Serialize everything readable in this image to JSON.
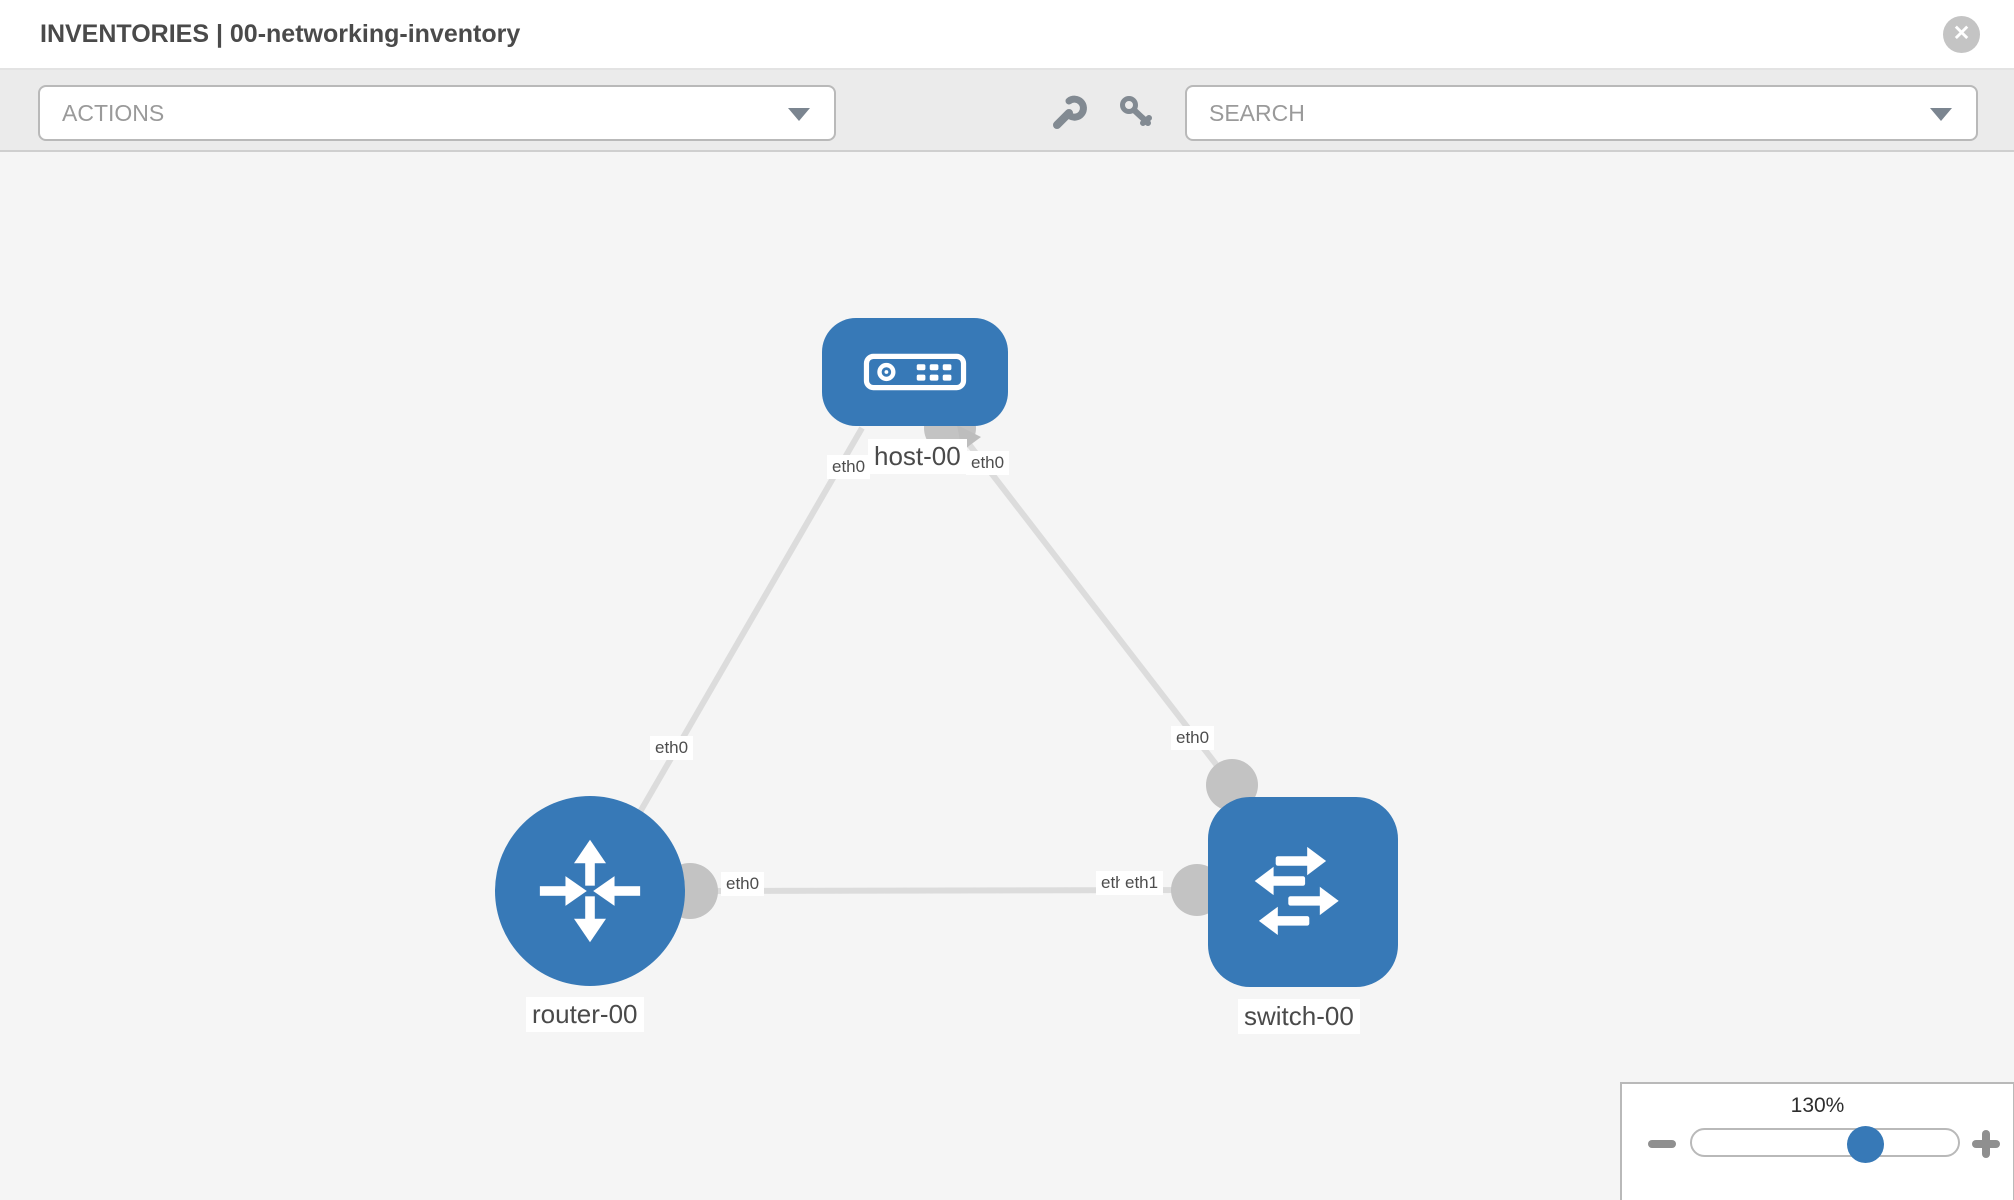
{
  "header": {
    "title": "INVENTORIES | 00-networking-inventory",
    "close_glyph": "✕"
  },
  "toolbar": {
    "actions_label": "ACTIONS",
    "search_label": "SEARCH",
    "icons": [
      "wrench-icon",
      "key-icon"
    ]
  },
  "diagram": {
    "nodes": {
      "host": {
        "label": "host-00",
        "type": "host"
      },
      "router": {
        "label": "router-00",
        "type": "router"
      },
      "switch": {
        "label": "switch-00",
        "type": "switch"
      }
    },
    "eth_labels": {
      "host_left": "eth0",
      "host_right": "eth0",
      "router_link_mid": "eth0",
      "switch_link_mid": "eth0",
      "router_end": "eth0",
      "switch_end_hidden": "eth0",
      "switch_end": "eth1"
    },
    "colors": {
      "node_blue": "#3779b7",
      "link_gray": "#dcdcdc",
      "connector_gray": "#c3c3c3"
    }
  },
  "zoom_control": {
    "level": "130%"
  }
}
